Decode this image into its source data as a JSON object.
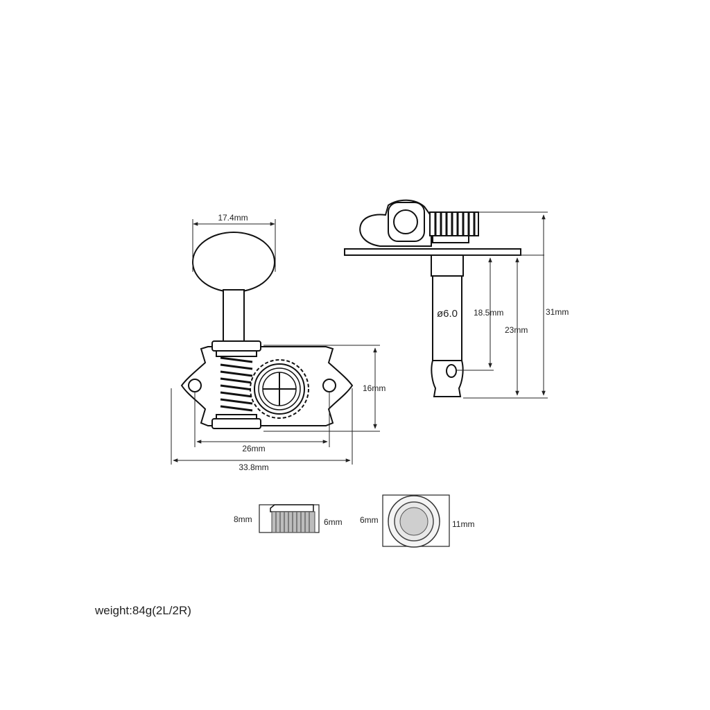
{
  "labels": {
    "knob_width": "17.4mm",
    "height_16": "16mm",
    "hole_spacing": "26mm",
    "plate_width": "33.8mm",
    "shaft_diameter": "ø6.0",
    "post_18_5": "18.5mm",
    "post_23": "23mm",
    "total_31": "31mm",
    "bushing_height": "8mm",
    "bushing_side": "6mm",
    "washer_inner": "6mm",
    "washer_outer": "11mm",
    "weight": "weight:84g(2L/2R)"
  }
}
